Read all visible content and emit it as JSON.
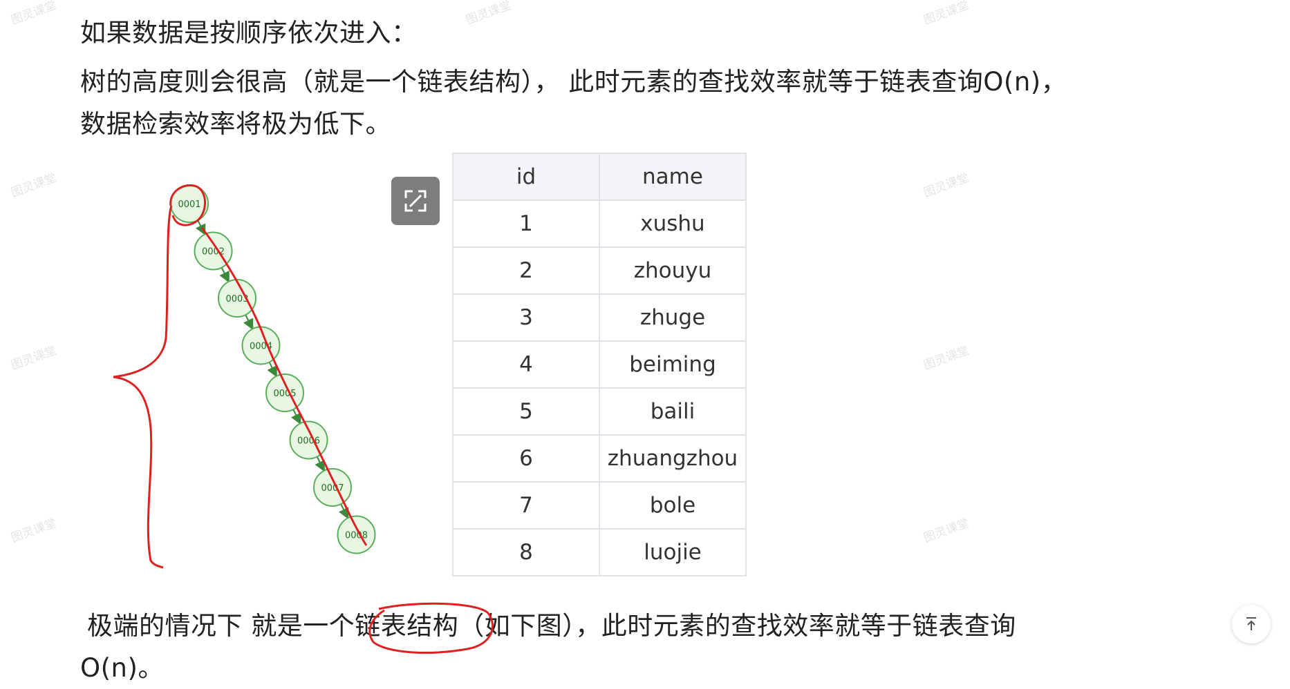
{
  "text": {
    "line1": "如果数据是按顺序依次进入：",
    "line2": "树的高度则会很高（就是一个链表结构）， 此时元素的查找效率就等于链表查询O(n)，",
    "line3": "数据检索效率将极为低下。",
    "line4_before": "极端的情况下 就是一个",
    "line4_highlight": "链表结构",
    "line4_after": "（如下图），此时元素的查找效率就等于链表查询",
    "line5": "O(n)。"
  },
  "tree": {
    "nodes": [
      "0001",
      "0002",
      "0003",
      "0004",
      "0005",
      "0006",
      "0007",
      "0008"
    ],
    "node_fill": "#e8f7e4",
    "node_stroke": "#5aae5a",
    "edge_color": "#3a8a3a",
    "annotation_color": "#e02020"
  },
  "table": {
    "headers": [
      "id",
      "name"
    ],
    "rows": [
      [
        "1",
        "xushu"
      ],
      [
        "2",
        "zhouyu"
      ],
      [
        "3",
        "zhuge"
      ],
      [
        "4",
        "beiming"
      ],
      [
        "5",
        "baili"
      ],
      [
        "6",
        "zhuangzhou"
      ],
      [
        "7",
        "bole"
      ],
      [
        "8",
        "luojie"
      ]
    ]
  },
  "watermark": "图灵课堂",
  "icons": {
    "expand": "expand-icon",
    "back_to_top": "back-to-top-icon"
  }
}
